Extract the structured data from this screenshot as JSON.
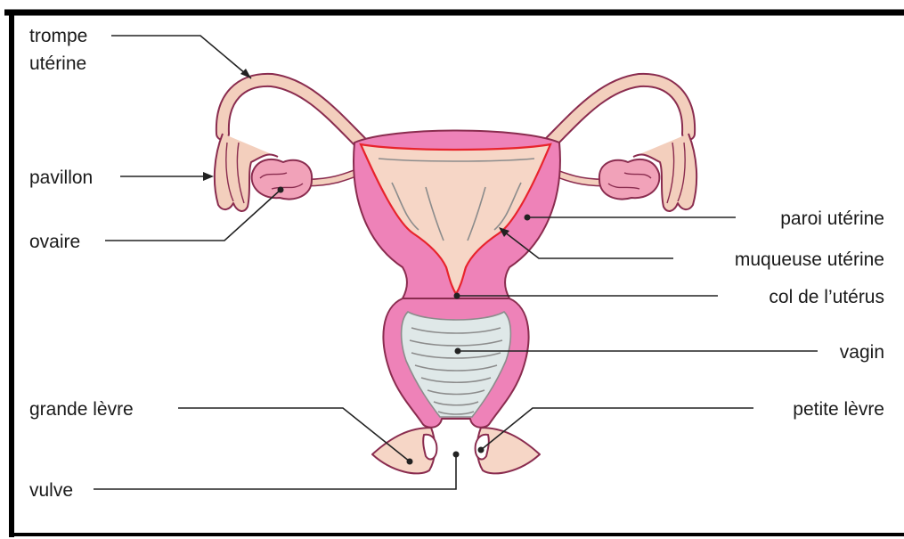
{
  "labels": {
    "trompe_line1": "trompe",
    "trompe_line2": "utérine",
    "pavillon": "pavillon",
    "ovaire": "ovaire",
    "grande_levre": "grande lèvre",
    "vulve": "vulve",
    "paroi": "paroi utérine",
    "muqueuse": "muqueuse utérine",
    "col": "col de l’utérus",
    "vagin": "vagin",
    "petite_levre": "petite lèvre"
  },
  "colors": {
    "uterine_wall": "#ee82b8",
    "mucosa_cavity": "#f6d6c6",
    "ovary": "#f1a2b9",
    "tube": "#f3cfbd",
    "vagina_lining": "#dfe8e8",
    "mucosa_line": "#e8242c",
    "frame": "#000000"
  }
}
